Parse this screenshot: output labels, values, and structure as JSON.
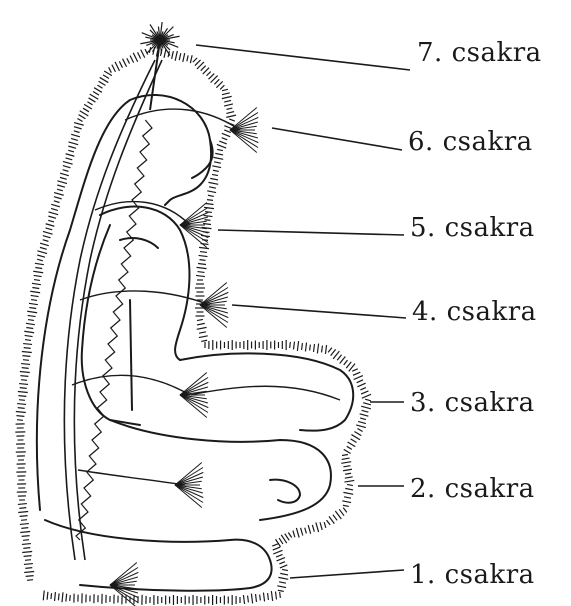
{
  "labels": [
    "7. csakra",
    "6. csakra",
    "5. csakra",
    "4. csakra",
    "3. csakra",
    "2. csakra",
    "1. csakra"
  ],
  "colors": {
    "ink": "#1a1a1a",
    "paper": "#ffffff"
  }
}
